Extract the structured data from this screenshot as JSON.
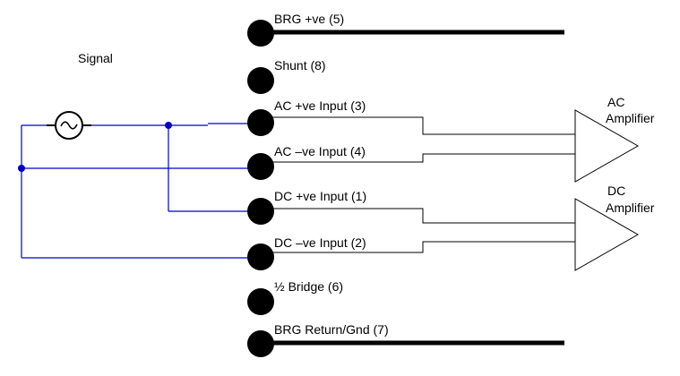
{
  "signal": {
    "label": "Signal"
  },
  "terminals": [
    {
      "id": "brg-pos",
      "label": "BRG +ve (5)"
    },
    {
      "id": "shunt",
      "label": "Shunt (8)"
    },
    {
      "id": "ac-pos",
      "label": "AC +ve Input (3)"
    },
    {
      "id": "ac-neg",
      "label": "AC –ve Input (4)"
    },
    {
      "id": "dc-pos",
      "label": "DC +ve Input (1)"
    },
    {
      "id": "dc-neg",
      "label": "DC –ve Input (2)"
    },
    {
      "id": "half-bridge",
      "label": "½ Bridge (6)"
    },
    {
      "id": "brg-return",
      "label": "BRG Return/Gnd (7)"
    }
  ],
  "amplifiers": {
    "ac": {
      "line1": "AC",
      "line2": "Amplifier"
    },
    "dc": {
      "line1": "DC",
      "line2": "Amplifier"
    }
  },
  "colors": {
    "wire": "#0000cc",
    "lead": "#000000",
    "terminal": "#000000"
  }
}
